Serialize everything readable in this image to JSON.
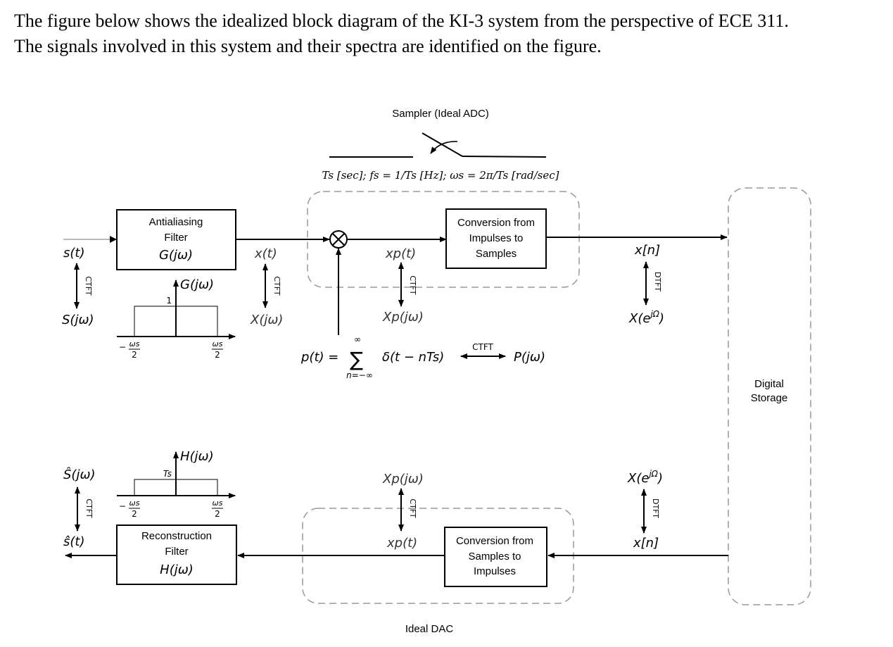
{
  "intro": {
    "line1": "The figure below shows the idealized block diagram of the KI-3 system from the perspective of ECE 311.",
    "line2": "The signals involved in this system and their spectra are identified on the figure."
  },
  "sampler": {
    "title": "Sampler (Ideal ADC)",
    "params": "Ts [sec];  fs = 1/Ts [Hz];  ωs = 2π/Ts [rad/sec]"
  },
  "blocks": {
    "antialias": {
      "line1": "Antialiasing",
      "line2": "Filter",
      "line3": "G(jω)"
    },
    "imp2samp": {
      "line1": "Conversion from",
      "line2": "Impulses to",
      "line3": "Samples"
    },
    "storage": {
      "line1": "Digital",
      "line2": "Storage"
    },
    "samp2imp": {
      "line1": "Conversion from",
      "line2": "Samples to",
      "line3": "Impulses"
    },
    "recon": {
      "line1": "Reconstruction",
      "line2": "Filter",
      "line3": "H(jω)"
    },
    "dac_title": "Ideal DAC"
  },
  "signals": {
    "s_t": "s(t)",
    "S_jw": "S(jω)",
    "x_t": "x(t)",
    "X_jw": "X(jω)",
    "xp_t": "xp(t)",
    "Xp_jw": "Xp(jω)",
    "x_n": "x[n]",
    "X_ejw": "X(e",
    "X_ejw_sup": "jΩ",
    "X_ejw_close": ")",
    "Shat_jw": "Ŝ(jω)",
    "shat_t": "ŝ(t)",
    "p_t_lhs": "p(t) =",
    "p_t_sum": "∑",
    "p_t_inf": "∞",
    "p_t_lower": "n=−∞",
    "p_t_body": "δ(t − nTs)",
    "P_jw": "P(jω)"
  },
  "transforms": {
    "ctft": "CTFT",
    "dtft": "DTFT"
  },
  "plots": {
    "G": {
      "label": "G(jω)",
      "height_label": "1",
      "left_label": "−ωs/2",
      "right_label": "ωs/2",
      "passband": [
        -0.5,
        0.5
      ],
      "gain": 1
    },
    "H": {
      "label": "H(jω)",
      "height_label": "Ts",
      "left_label": "−ωs/2",
      "right_label": "ωs/2",
      "passband": [
        -0.5,
        0.5
      ],
      "gain": "Ts"
    }
  }
}
